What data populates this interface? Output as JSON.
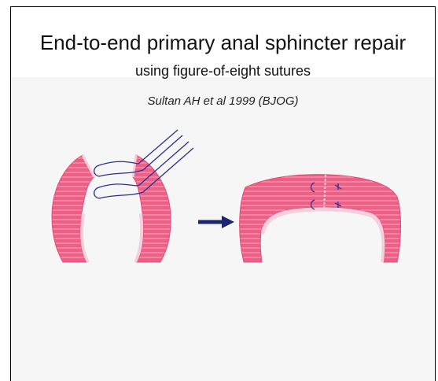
{
  "slide": {
    "title": "End-to-end primary anal sphincter repair",
    "subtitle": "using figure-of-eight sutures",
    "citation": "Sultan AH et al 1999 (BJOG)"
  },
  "colors": {
    "muscle": "#ee5f86",
    "muscle_stripe": "#f7a9c0",
    "mucosa": "#f6cfdc",
    "suture": "#2a2f8f",
    "arrow": "#1c2570",
    "background": "#f6f6f6"
  }
}
